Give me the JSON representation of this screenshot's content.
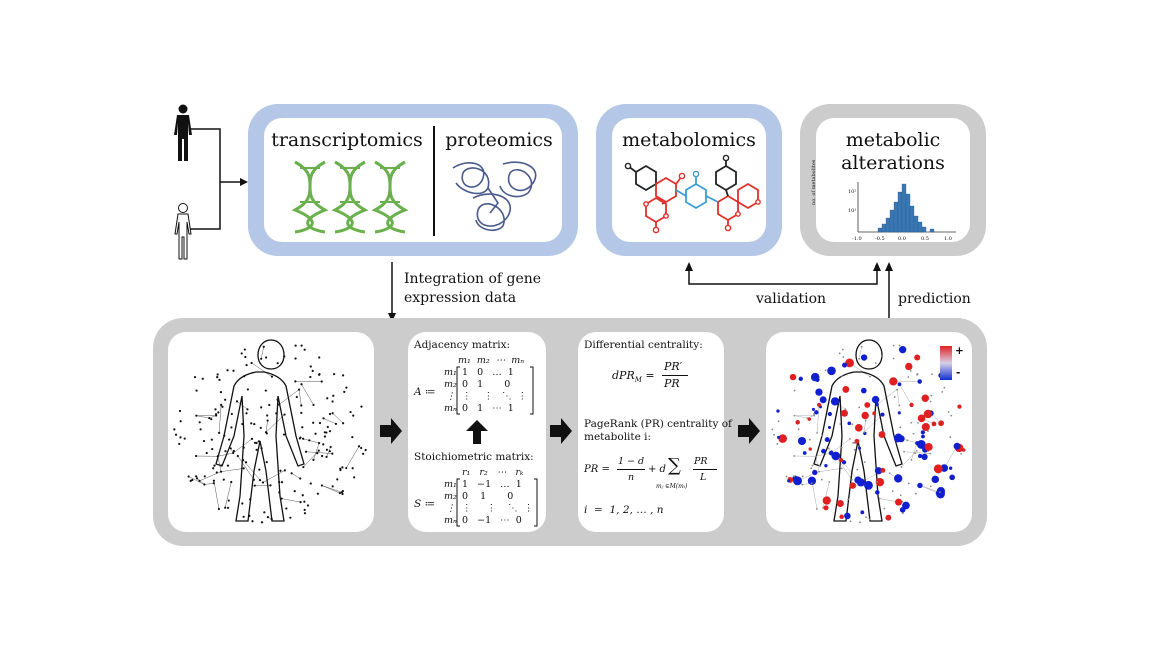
{
  "top": {
    "transcriptomics_label": "transcriptomics",
    "proteomics_label": "proteomics",
    "metabolomics_label": "metabolomics",
    "alterations_label_line1": "metabolic",
    "alterations_label_line2": "alterations",
    "histogram_ylabel": "no. of metabolites",
    "histogram_ticks": [
      "-1.0",
      "-0.5",
      "0.0",
      "0.5",
      "1.0"
    ],
    "histogram_yticks": [
      "10²",
      "10¹"
    ]
  },
  "arrows": {
    "integration_line1": "Integration of gene",
    "integration_line2": "expression data",
    "validation": "validation",
    "prediction": "prediction"
  },
  "matrices": {
    "adjacency_title": "Adjacency matrix:",
    "adjacency_symbol": "A ≔",
    "adjacency_cols": "m₁  m₂  ⋯  mₙ",
    "adjacency_rows": [
      "m₁",
      "m₂",
      "⋮",
      "mₙ"
    ],
    "adjacency_cells": [
      "1   0   …  1",
      "0   1       0",
      "⋮    ⋮   ⋱  ⋮",
      "0   1   ⋯  1"
    ],
    "stoich_title": "Stoichiometric matrix:",
    "stoich_symbol": "S ≔",
    "stoich_cols": "r₁   r₂   ⋯   rₖ",
    "stoich_rows": [
      "m₁",
      "m₂",
      "⋮",
      "mₙ"
    ],
    "stoich_cells": [
      "1   −1   …  1",
      "0    1       0",
      "⋮     ⋮    ⋱  ⋮",
      "0   −1   ⋯  0"
    ]
  },
  "centrality": {
    "diff_title": "Differential centrality:",
    "diff_formula_lhs": "dPR",
    "diff_formula_sub": "M",
    "diff_num": "PR′",
    "diff_den": "PR",
    "pr_title_line1": "PageRank (PR) centrality of",
    "pr_title_line2": "metabolite i:",
    "pr_formula": "PR",
    "pr_rhs1": "1 − d",
    "pr_rhs1_den": "n",
    "pr_plus_d": "+ d",
    "pr_sum": "∑",
    "pr_sum_sub": "mⱼ ∈M(mᵢ)",
    "pr_frac_num": "PR",
    "pr_frac_den": "L",
    "index_line": "i  =  1, 2, … , n"
  },
  "legend": {
    "plus": "+",
    "minus": "-"
  },
  "colors": {
    "blue_panel": "#b4c7e7",
    "gray_panel": "#cccccc",
    "dna_green": "#6ab04c",
    "protein_blue": "#4a5a8c",
    "mol_red": "#e0302a",
    "mol_cyan": "#3a9fd0",
    "hist_blue": "#3a78b5"
  }
}
